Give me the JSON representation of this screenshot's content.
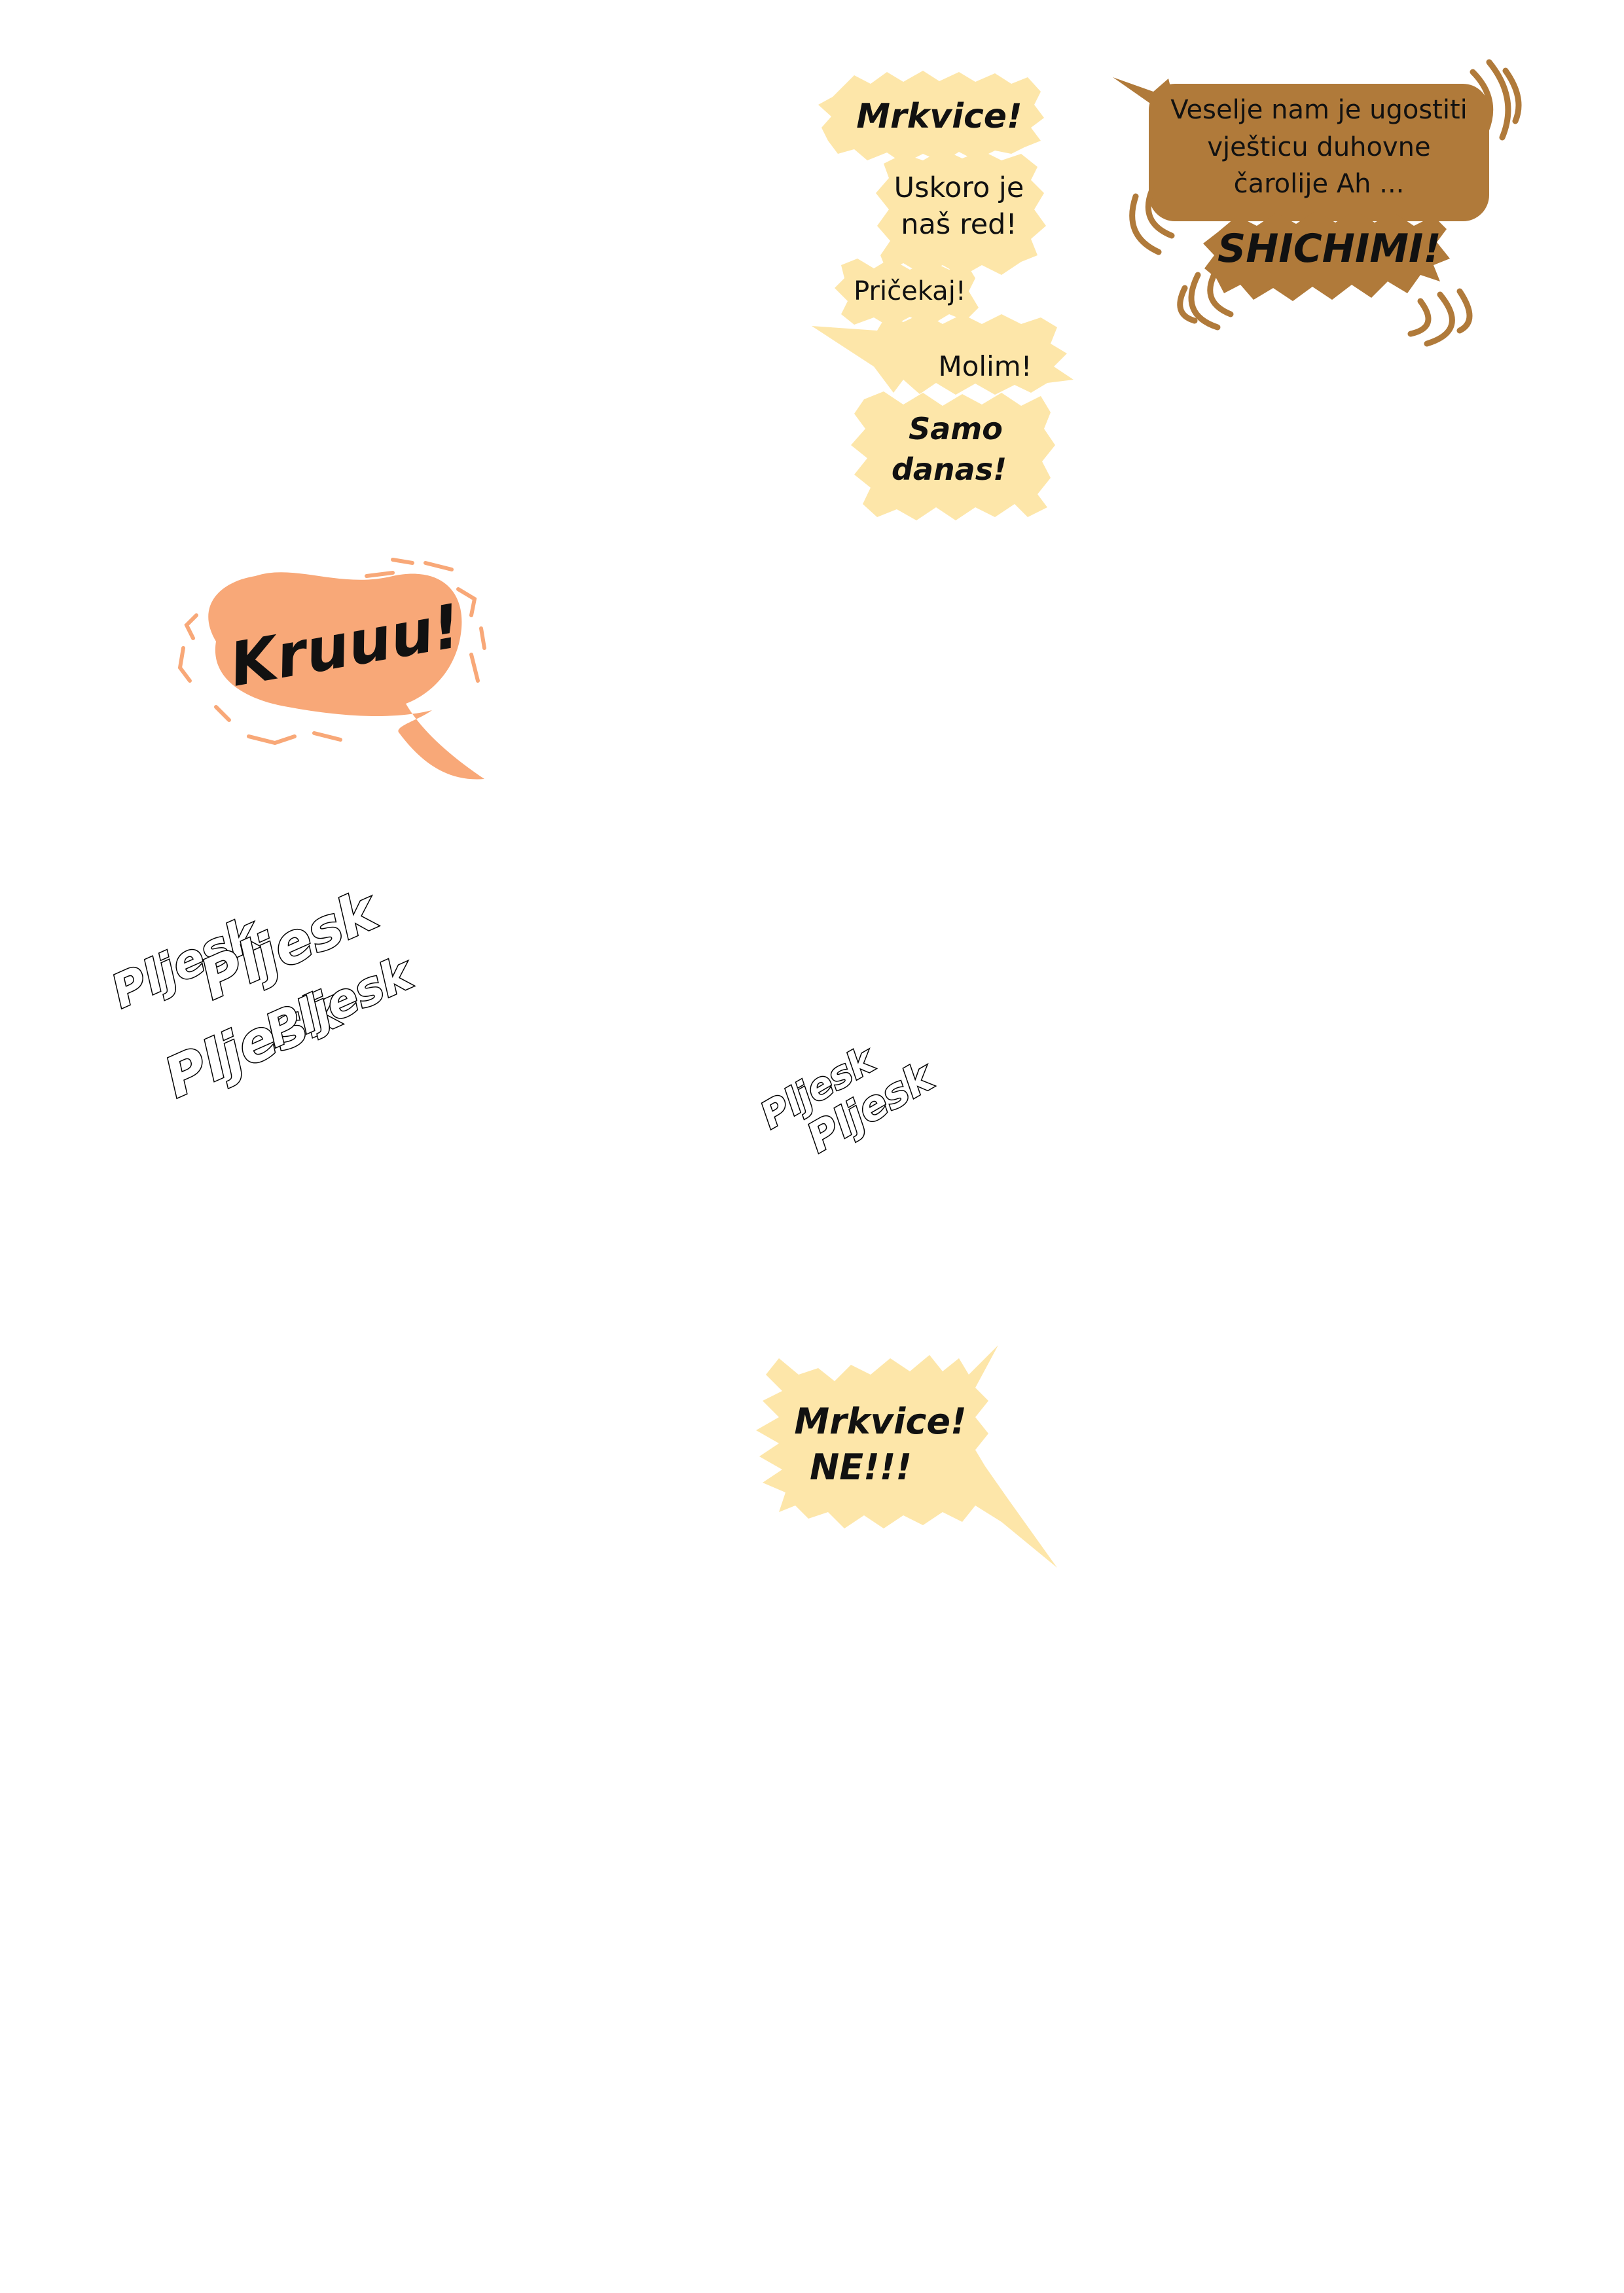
{
  "bubbles": {
    "mrkvice_top": "Mrkvice!",
    "uskoro_line1": "Uskoro je",
    "uskoro_line2": "naš red!",
    "pricekaj": "Pričekaj!",
    "molim": "Molim!",
    "samo_line1": "Samo",
    "samo_line2": "danas!",
    "veselje_line1": "Veselje nam je ugostiti",
    "veselje_line2": "vješticu duhovne",
    "veselje_line3": "čarolije Ah ...",
    "shichimi": "SHICHIMI!",
    "kruuu": "Kruuu!",
    "mrkvice_bottom_line1": "Mrkvice!",
    "mrkvice_bottom_line2": "NE!!!"
  },
  "sfx": {
    "pljesk": "Pljesk"
  },
  "colors": {
    "yellow_burst": "#fde6a9",
    "brown_bubble": "#b07a3a",
    "orange_bubble": "#f8a878"
  }
}
